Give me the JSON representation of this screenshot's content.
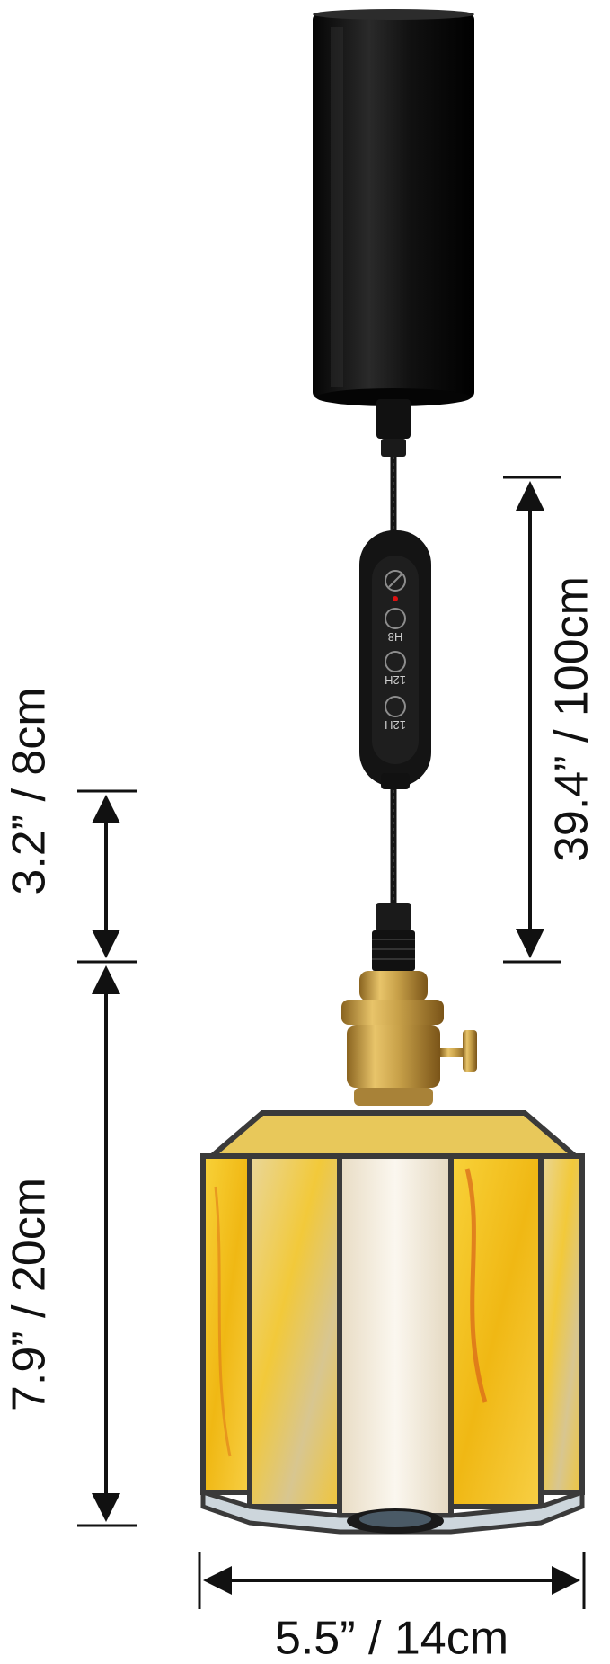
{
  "dimensions": {
    "cord_length": "39.4” / 100cm",
    "socket_height": "3.2” / 8cm",
    "shade_height": "7.9” / 20cm",
    "shade_width": "5.5” / 14cm"
  },
  "timer_labels": {
    "t1": "H8",
    "t2": "12H",
    "t3": "12H"
  },
  "colors": {
    "black_fixture": "#111111",
    "brass": "#c9a24a",
    "amber_glass": "#f2c21a",
    "white_glass": "#f4eee2",
    "lead_frame": "#3a3a3a"
  }
}
